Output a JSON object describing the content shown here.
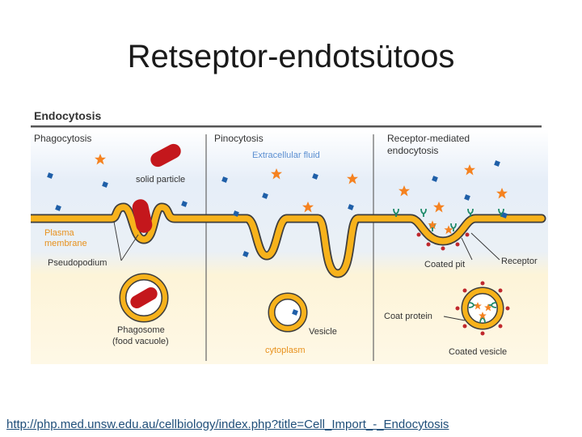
{
  "slide": {
    "title": "Retseptor-endotsütoos",
    "source_url": "http://php.med.unsw.edu.au/cellbiology/index.php?title=Cell_Import_-_Endocytosis"
  },
  "diagram": {
    "heading": "Endocytosis",
    "panels": {
      "phagocytosis": "Phagocytosis",
      "pinocytosis": "Pinocytosis",
      "receptor_line1": "Receptor-mediated",
      "receptor_line2": "endocytosis"
    },
    "labels": {
      "extracellular_fluid": "Extracellular fluid",
      "solid_particle": "solid particle",
      "plasma_membrane_line1": "Plasma",
      "plasma_membrane_line2": "membrane",
      "pseudopodium": "Pseudopodium",
      "phagosome_line1": "Phagosome",
      "phagosome_line2": "(food vacuole)",
      "vesicle": "Vesicle",
      "cytoplasm": "cytoplasm",
      "coated_pit": "Coated pit",
      "receptor": "Receptor",
      "coat_protein": "Coat protein",
      "coated_vesicle": "Coated vesicle"
    },
    "colors": {
      "membrane_fill": "#f7b21b",
      "membrane_edge": "#3d3d3d",
      "extracellular_bg": "#e6eef8",
      "cytoplasm_bg": "#fdf4d8",
      "particle": "#c4171c",
      "star": "#f58220",
      "diamond": "#1f5fa8",
      "orange_label": "#e8911c",
      "blue_label": "#5b8fd1",
      "receptor": "#1e8a6a",
      "coat": "#c0282d"
    }
  }
}
